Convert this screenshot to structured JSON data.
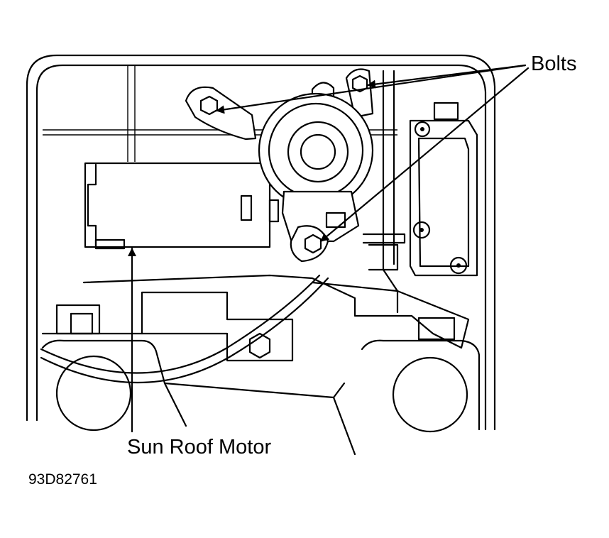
{
  "labels": {
    "bolts": "Bolts",
    "motor": "Sun Roof Motor",
    "figure_id": "93D82761"
  },
  "colors": {
    "ink": "#000000",
    "paper": "#ffffff"
  }
}
